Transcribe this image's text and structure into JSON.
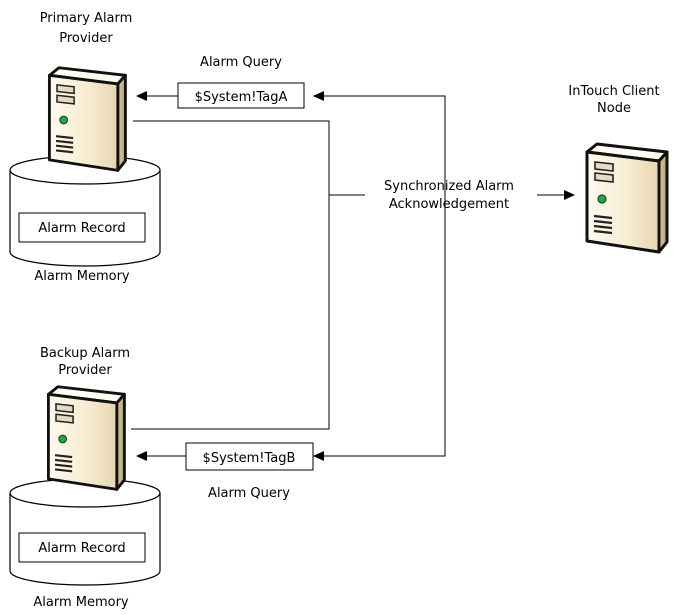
{
  "primary_provider": {
    "label_line1": "Primary Alarm",
    "label_line2": "Provider",
    "record": "Alarm Record",
    "memory": "Alarm Memory"
  },
  "backup_provider": {
    "label_line1": "Backup Alarm",
    "label_line2": "Provider",
    "record": "Alarm Record",
    "memory": "Alarm Memory"
  },
  "client": {
    "label_line1": "InTouch Client",
    "label_line2": "Node"
  },
  "queries": {
    "top_label": "Alarm Query",
    "top_tag": "$System!TagA",
    "bottom_label": "Alarm Query",
    "bottom_tag": "$System!TagB"
  },
  "sync": {
    "line1": "Synchronized Alarm",
    "line2": "Acknowledgement"
  },
  "icons": [
    "server-icon",
    "database-cylinder-icon",
    "arrow-icon"
  ]
}
